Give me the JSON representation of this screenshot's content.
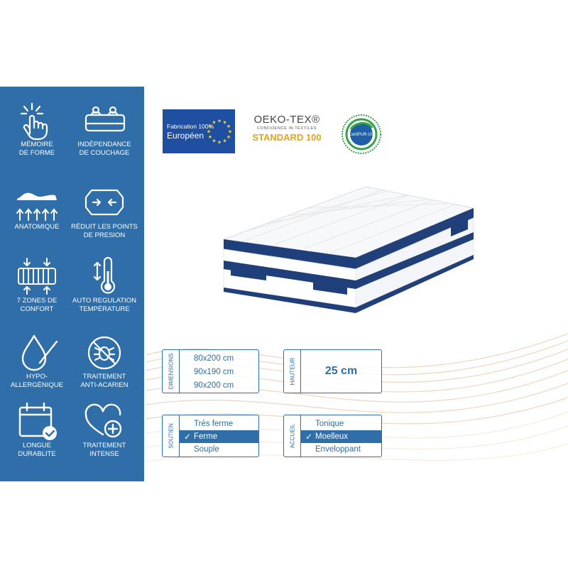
{
  "features": [
    {
      "id": "memoire",
      "icon": "touch-hand-icon",
      "label": "MÉMOIRE\nDE FORME"
    },
    {
      "id": "independance",
      "icon": "bed-independence-icon",
      "label": "INDÉPENDANCE\nDE COUCHAGE"
    },
    {
      "id": "anatomique",
      "icon": "body-support-icon",
      "label": "ANATOMIQUE"
    },
    {
      "id": "pression",
      "icon": "pressure-points-icon",
      "label": "RÉDUIT LES POINTS\nDE PRESION"
    },
    {
      "id": "zones",
      "icon": "comfort-zones-icon",
      "label": "7 ZONES DE\nCONFORT"
    },
    {
      "id": "temperature",
      "icon": "thermometer-icon",
      "label": "AUTO REGULATION\nTEMPÉRATURE"
    },
    {
      "id": "hypo",
      "icon": "drop-icon",
      "label": "HYPO-\nALLERGÉNIQUE"
    },
    {
      "id": "acarien",
      "icon": "anti-mite-icon",
      "label": "TRAITEMENT\nANTI-ACARIEN"
    },
    {
      "id": "durabilite",
      "icon": "calendar-check-icon",
      "label": "LONGUE\nDURABLITE"
    },
    {
      "id": "intense",
      "icon": "heart-plus-icon",
      "label": "TRAITEMENT\nINTENSE"
    }
  ],
  "badges": {
    "eu_line1": "Fabrication 100%",
    "eu_line2": "Européen",
    "oeko_title": "OEKO-TEX®",
    "oeko_sub": "CONFIDENCE IN TEXTILES",
    "oeko_std": "STANDARD 100",
    "certipur": "CertiPUR-US"
  },
  "specs": {
    "dimensions": {
      "label": "DIMENSIONS",
      "values": [
        "80x200 cm",
        "90x190 cm",
        "90x200 cm"
      ]
    },
    "hauteur": {
      "label": "HAUTEUR",
      "value": "25 cm"
    },
    "soutien": {
      "label": "SOUTIEN",
      "options": [
        "Trés ferme",
        "Ferme",
        "Souple"
      ],
      "selected": 1
    },
    "accueil": {
      "label": "ACCUEIL",
      "options": [
        "Tonique",
        "Moelleux",
        "Enveloppant"
      ],
      "selected": 1
    },
    "check_mark": "✓"
  },
  "colors": {
    "brand_blue": "#2f6ea8",
    "eu_blue": "#1f4fa0",
    "oeko_gold": "#e8a317",
    "certipur_green": "#3aa34a"
  }
}
